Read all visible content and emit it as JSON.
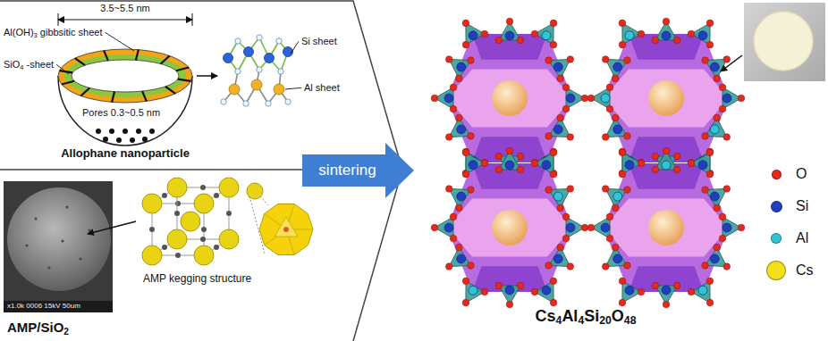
{
  "diagram": {
    "nodes": [
      {
        "text": [
          "Allophane nanoparticle"
        ]
      },
      {
        "text": [
          "AMP/SiO2"
        ]
      },
      {
        "text": [
          "sintering"
        ]
      }
    ],
    "labels": [
      "3.5~5.5 nm",
      "Al(OH)3 gibbsitic sheet",
      "SiO4 -sheet",
      "Pores 0.3~0.5 nm",
      "Si sheet",
      "Al sheet",
      "x1.0k 0006 15kV 50um",
      "AMP kegging structure",
      "Cs4Al4Si20O48"
    ],
    "legend": [
      {
        "text": "O",
        "color": "#e42a1e"
      },
      {
        "text": "Si",
        "color": "#1f3fc0"
      },
      {
        "text": "Al",
        "color": "#2ec5d6"
      },
      {
        "text": "Cs",
        "color": "#f2e01c"
      }
    ]
  }
}
